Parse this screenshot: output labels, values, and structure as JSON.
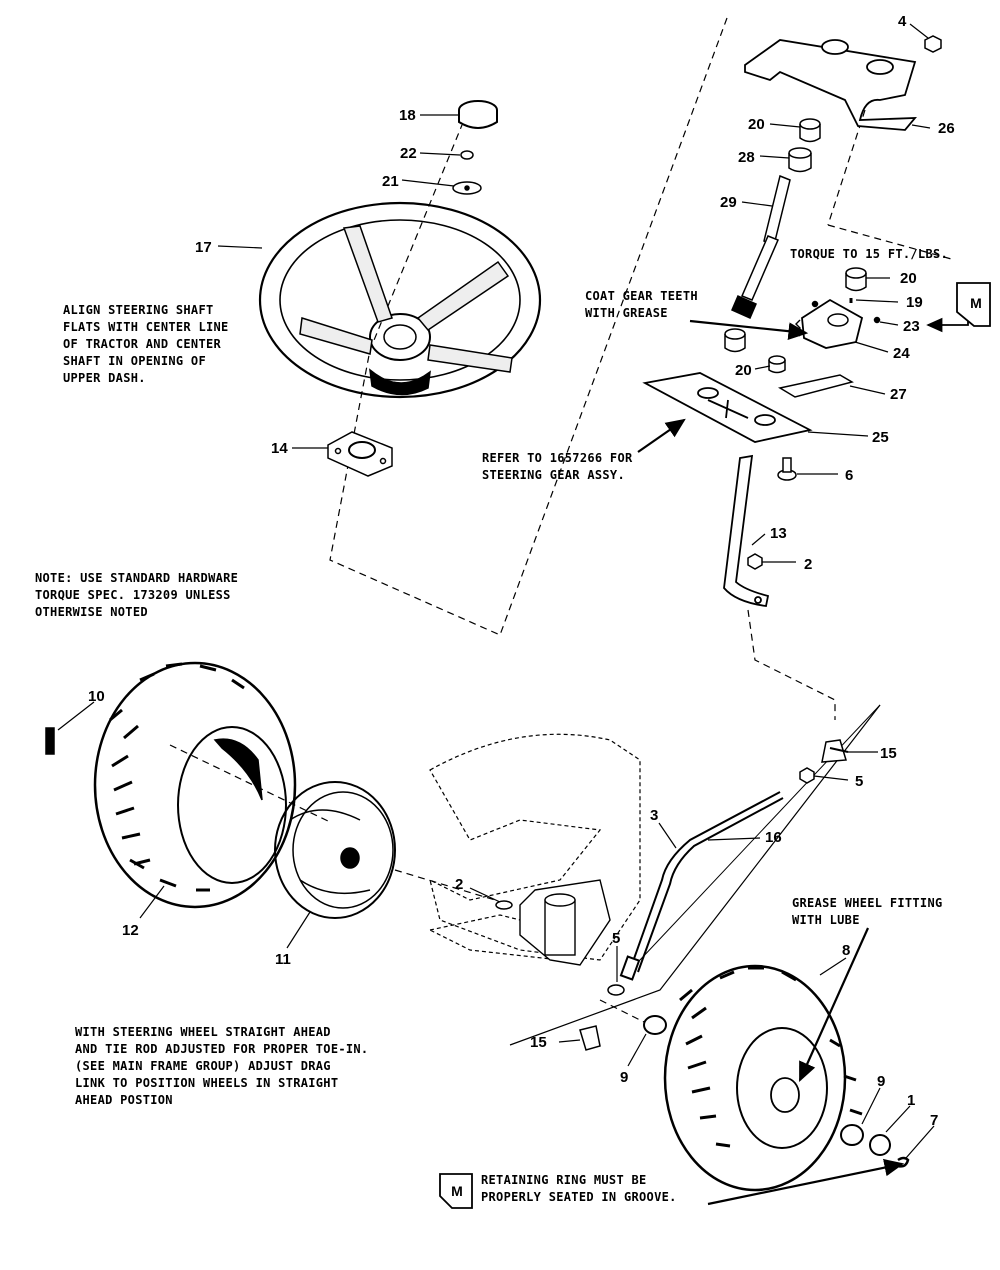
{
  "callouts": {
    "c1": "1",
    "c2a": "2",
    "c2b": "2",
    "c3": "3",
    "c4": "4",
    "c5a": "5",
    "c5b": "5",
    "c6": "6",
    "c7": "7",
    "c8": "8",
    "c9a": "9",
    "c9b": "9",
    "c10": "10",
    "c11": "11",
    "c12": "12",
    "c13": "13",
    "c14": "14",
    "c15a": "15",
    "c15b": "15",
    "c16": "16",
    "c17": "17",
    "c18": "18",
    "c19": "19",
    "c20a": "20",
    "c20b": "20",
    "c20c": "20",
    "c21": "21",
    "c22": "22",
    "c23": "23",
    "c24": "24",
    "c25": "25",
    "c26": "26",
    "c27": "27",
    "c28": "28",
    "c29": "29"
  },
  "notes": {
    "align": [
      "ALIGN STEERING SHAFT",
      "FLATS WITH CENTER LINE",
      "OF TRACTOR AND CENTER",
      "SHAFT IN OPENING OF",
      "UPPER DASH."
    ],
    "coat": [
      "COAT GEAR TEETH",
      "WITH GREASE"
    ],
    "torque": "TORQUE TO 15 FT./LBS.",
    "refer": [
      "REFER TO 1657266 FOR",
      "STEERING GEAR ASSY."
    ],
    "hardware": [
      "NOTE:  USE STANDARD HARDWARE",
      "TORQUE SPEC. 173209 UNLESS",
      "OTHERWISE NOTED"
    ],
    "grease": [
      "GREASE WHEEL FITTING",
      "WITH LUBE"
    ],
    "straight": [
      "WITH STEERING WHEEL STRAIGHT AHEAD",
      "AND TIE ROD ADJUSTED FOR PROPER TOE-IN.",
      "(SEE MAIN FRAME GROUP) ADJUST DRAG",
      "LINK TO POSITION WHEELS IN STRAIGHT",
      "AHEAD POSTION"
    ],
    "retain": [
      "RETAINING RING MUST BE",
      "PROPERLY SEATED IN GROOVE."
    ]
  },
  "m_badge_a": "M",
  "m_badge_b": "M",
  "colors": {
    "ink": "#000000",
    "paper": "#ffffff"
  }
}
